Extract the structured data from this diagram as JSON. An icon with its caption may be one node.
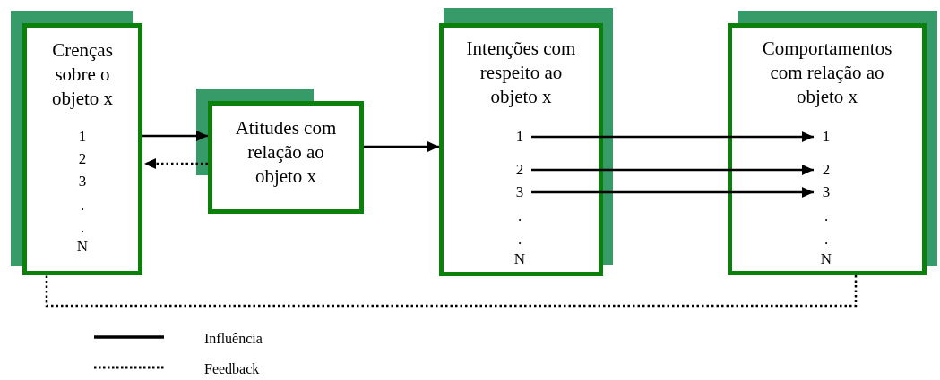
{
  "diagram": {
    "nodes": [
      {
        "text": [
          "Crenças sobre o objeto x"
        ]
      },
      {
        "text": [
          "1"
        ],
        "in": 0
      },
      {
        "text": [
          "2"
        ],
        "in": 0
      },
      {
        "text": [
          "3"
        ],
        "in": 0
      },
      {
        "text": [
          "."
        ],
        "in": 0
      },
      {
        "text": [
          "."
        ],
        "in": 0
      },
      {
        "text": [
          "N"
        ],
        "in": 0
      },
      {
        "text": [
          "Atitudes com relação ao objeto x"
        ]
      },
      {
        "text": [
          "Intenções com respeito ao objeto x"
        ]
      },
      {
        "text": [
          "1"
        ],
        "in": 8
      },
      {
        "text": [
          "2"
        ],
        "in": 8
      },
      {
        "text": [
          "3"
        ],
        "in": 8
      },
      {
        "text": [
          "."
        ],
        "in": 8
      },
      {
        "text": [
          "."
        ],
        "in": 8
      },
      {
        "text": [
          "N"
        ],
        "in": 8
      },
      {
        "text": [
          "Comportamentos com relação ao objeto x"
        ]
      },
      {
        "text": [
          "1"
        ],
        "in": 15
      },
      {
        "text": [
          "2"
        ],
        "in": 15
      },
      {
        "text": [
          "3"
        ],
        "in": 15
      },
      {
        "text": [
          "."
        ],
        "in": 15
      },
      {
        "text": [
          "."
        ],
        "in": 15
      },
      {
        "text": [
          "N"
        ],
        "in": 15
      }
    ],
    "edges": [
      {
        "from": 0,
        "to": 7,
        "arrow": "to"
      },
      {
        "from": 7,
        "to": 0,
        "arrow": "to",
        "style": "dashed"
      },
      {
        "from": 7,
        "to": 8,
        "arrow": "to"
      },
      {
        "from": 9,
        "to": 16,
        "arrow": "to"
      },
      {
        "from": 10,
        "to": 17,
        "arrow": "to"
      },
      {
        "from": 11,
        "to": 18,
        "arrow": "to"
      },
      {
        "from": 15,
        "to": 0,
        "arrow": "none",
        "style": "dashed"
      }
    ],
    "legend": [
      {
        "text": "Influência"
      },
      {
        "text": "Feedback"
      }
    ]
  }
}
